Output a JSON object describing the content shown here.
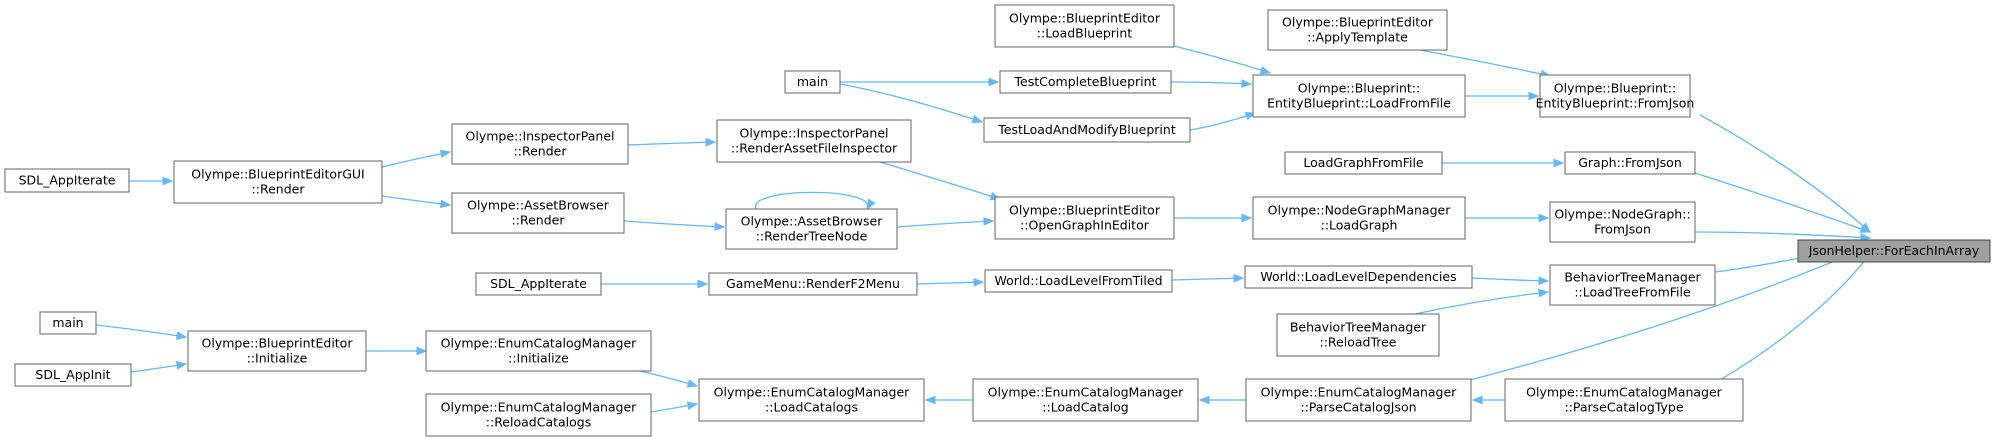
{
  "diagram": {
    "root_id": "n_root",
    "nodes": [
      {
        "id": "n_root",
        "lines": [
          "JsonHelper::ForEachInArray"
        ],
        "root": true
      },
      {
        "id": "n1",
        "lines": [
          "Olympe::Blueprint::",
          "EntityBlueprint::FromJson"
        ]
      },
      {
        "id": "n2",
        "lines": [
          "Graph::FromJson"
        ]
      },
      {
        "id": "n3",
        "lines": [
          "Olympe::NodeGraph::",
          "FromJson"
        ]
      },
      {
        "id": "n4",
        "lines": [
          "BehaviorTreeManager",
          "::LoadTreeFromFile"
        ]
      },
      {
        "id": "n5",
        "lines": [
          "Olympe::EnumCatalogManager",
          "::ParseCatalogJson"
        ]
      },
      {
        "id": "n6",
        "lines": [
          "Olympe::EnumCatalogManager",
          "::ParseCatalogType"
        ]
      },
      {
        "id": "n7",
        "lines": [
          "Olympe::BlueprintEditor",
          "::ApplyTemplate"
        ]
      },
      {
        "id": "n8",
        "lines": [
          "Olympe::Blueprint::",
          "EntityBlueprint::LoadFromFile"
        ]
      },
      {
        "id": "n9",
        "lines": [
          "Olympe::BlueprintEditor",
          "::LoadBlueprint"
        ]
      },
      {
        "id": "n10",
        "lines": [
          "TestCompleteBlueprint"
        ]
      },
      {
        "id": "n11",
        "lines": [
          "TestLoadAndModifyBlueprint"
        ]
      },
      {
        "id": "n12",
        "lines": [
          "main"
        ]
      },
      {
        "id": "n13",
        "lines": [
          "LoadGraphFromFile"
        ]
      },
      {
        "id": "n14",
        "lines": [
          "Olympe::NodeGraphManager",
          "::LoadGraph"
        ]
      },
      {
        "id": "n15",
        "lines": [
          "Olympe::BlueprintEditor",
          "::OpenGraphInEditor"
        ]
      },
      {
        "id": "n16",
        "lines": [
          "Olympe::InspectorPanel",
          "::RenderAssetFileInspector"
        ]
      },
      {
        "id": "n17",
        "lines": [
          "Olympe::AssetBrowser",
          "::RenderTreeNode"
        ]
      },
      {
        "id": "n18",
        "lines": [
          "Olympe::InspectorPanel",
          "::Render"
        ]
      },
      {
        "id": "n19",
        "lines": [
          "Olympe::AssetBrowser",
          "::Render"
        ]
      },
      {
        "id": "n20",
        "lines": [
          "Olympe::BlueprintEditorGUI",
          "::Render"
        ]
      },
      {
        "id": "n21",
        "lines": [
          "SDL_AppIterate"
        ]
      },
      {
        "id": "n22",
        "lines": [
          "World::LoadLevelDependencies"
        ]
      },
      {
        "id": "n23",
        "lines": [
          "World::LoadLevelFromTiled"
        ]
      },
      {
        "id": "n24",
        "lines": [
          "GameMenu::RenderF2Menu"
        ]
      },
      {
        "id": "n25",
        "lines": [
          "SDL_AppIterate"
        ]
      },
      {
        "id": "n26",
        "lines": [
          "BehaviorTreeManager",
          "::ReloadTree"
        ]
      },
      {
        "id": "n27",
        "lines": [
          "Olympe::EnumCatalogManager",
          "::LoadCatalog"
        ]
      },
      {
        "id": "n28",
        "lines": [
          "Olympe::EnumCatalogManager",
          "::LoadCatalogs"
        ]
      },
      {
        "id": "n29",
        "lines": [
          "Olympe::EnumCatalogManager",
          "::Initialize"
        ]
      },
      {
        "id": "n30",
        "lines": [
          "Olympe::EnumCatalogManager",
          "::ReloadCatalogs"
        ]
      },
      {
        "id": "n31",
        "lines": [
          "Olympe::BlueprintEditor",
          "::Initialize"
        ]
      },
      {
        "id": "n32",
        "lines": [
          "main"
        ]
      },
      {
        "id": "n33",
        "lines": [
          "SDL_AppInit"
        ]
      }
    ],
    "edges": [
      {
        "from": "n1",
        "to": "n_root"
      },
      {
        "from": "n2",
        "to": "n_root"
      },
      {
        "from": "n3",
        "to": "n_root"
      },
      {
        "from": "n4",
        "to": "n_root"
      },
      {
        "from": "n5",
        "to": "n_root"
      },
      {
        "from": "n6",
        "to": "n_root"
      },
      {
        "from": "n7",
        "to": "n1"
      },
      {
        "from": "n8",
        "to": "n1"
      },
      {
        "from": "n9",
        "to": "n8"
      },
      {
        "from": "n10",
        "to": "n8"
      },
      {
        "from": "n11",
        "to": "n8"
      },
      {
        "from": "n12",
        "to": "n10"
      },
      {
        "from": "n12",
        "to": "n11"
      },
      {
        "from": "n13",
        "to": "n2"
      },
      {
        "from": "n14",
        "to": "n3"
      },
      {
        "from": "n15",
        "to": "n14"
      },
      {
        "from": "n16",
        "to": "n15"
      },
      {
        "from": "n17",
        "to": "n15"
      },
      {
        "from": "n17",
        "to": "n17"
      },
      {
        "from": "n18",
        "to": "n16"
      },
      {
        "from": "n19",
        "to": "n17"
      },
      {
        "from": "n20",
        "to": "n18"
      },
      {
        "from": "n20",
        "to": "n19"
      },
      {
        "from": "n21",
        "to": "n20"
      },
      {
        "from": "n22",
        "to": "n4"
      },
      {
        "from": "n26",
        "to": "n4"
      },
      {
        "from": "n23",
        "to": "n22"
      },
      {
        "from": "n24",
        "to": "n23"
      },
      {
        "from": "n25",
        "to": "n24"
      },
      {
        "from": "n6",
        "to": "n5"
      },
      {
        "from": "n5",
        "to": "n27"
      },
      {
        "from": "n27",
        "to": "n28"
      },
      {
        "from": "n29",
        "to": "n28"
      },
      {
        "from": "n30",
        "to": "n28"
      },
      {
        "from": "n31",
        "to": "n29"
      },
      {
        "from": "n32",
        "to": "n31"
      },
      {
        "from": "n33",
        "to": "n31"
      }
    ],
    "colors": {
      "edge": "#63b8ff",
      "node_border": "#666666",
      "root_fill": "#a0a0a0",
      "root_border": "#444444",
      "node_fill": "#ffffff",
      "text": "#000000"
    }
  }
}
